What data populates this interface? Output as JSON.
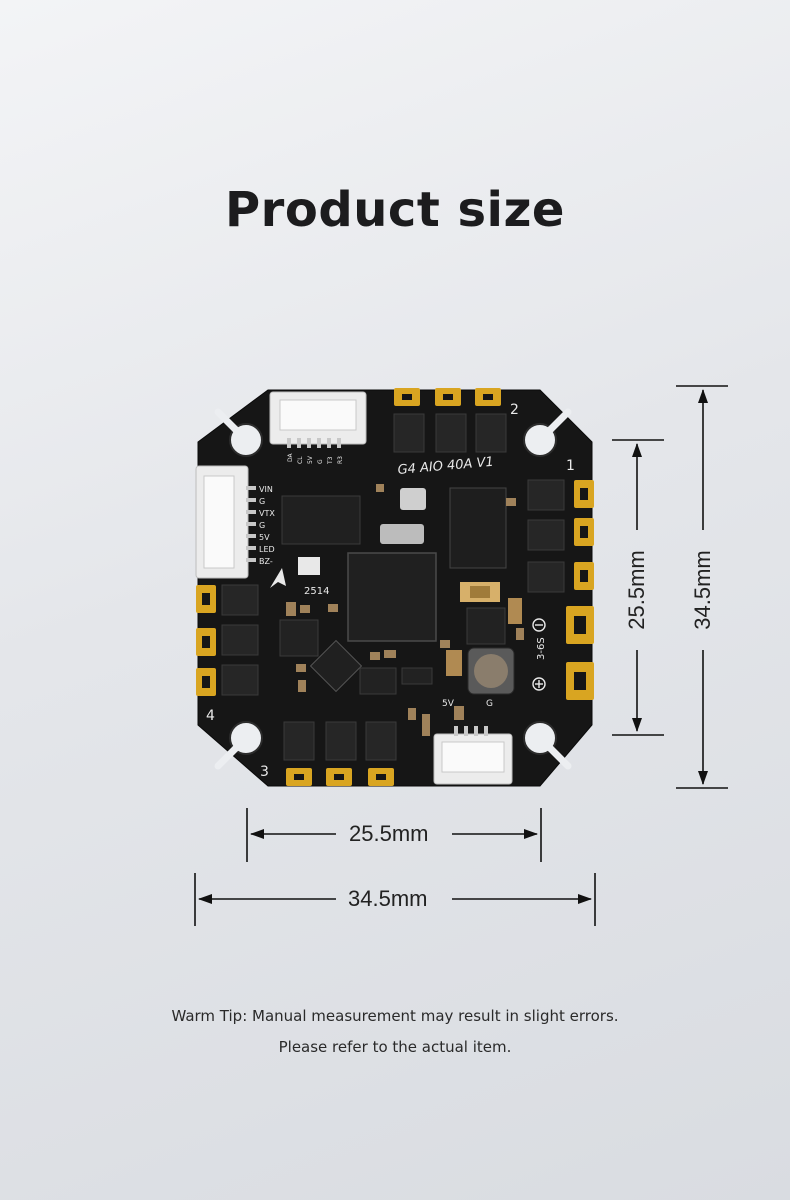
{
  "title": "Product size",
  "board": {
    "model_label": "G4 AIO 40A V1",
    "left_pins": [
      "VIN",
      "G",
      "VTX",
      "G",
      "5V",
      "LED",
      "BZ-"
    ],
    "top_pins": [
      "DA",
      "CL",
      "5V",
      "G",
      "T3",
      "R3"
    ],
    "voltage_label": "3-6S",
    "bottom_pins": [
      "5V",
      "G"
    ],
    "chip_code": "2514",
    "corner_numbers": [
      "1",
      "2",
      "3",
      "4"
    ],
    "colors": {
      "pcb": "#161616",
      "pad": "#d9a521",
      "connector": "#ececec"
    }
  },
  "dimensions": {
    "inner_width": "25.5mm",
    "outer_width": "34.5mm",
    "inner_height": "25.5mm",
    "outer_height": "34.5mm"
  },
  "tip": {
    "line1": "Warm Tip: Manual measurement may result in slight errors.",
    "line2": "Please refer to the actual item."
  }
}
